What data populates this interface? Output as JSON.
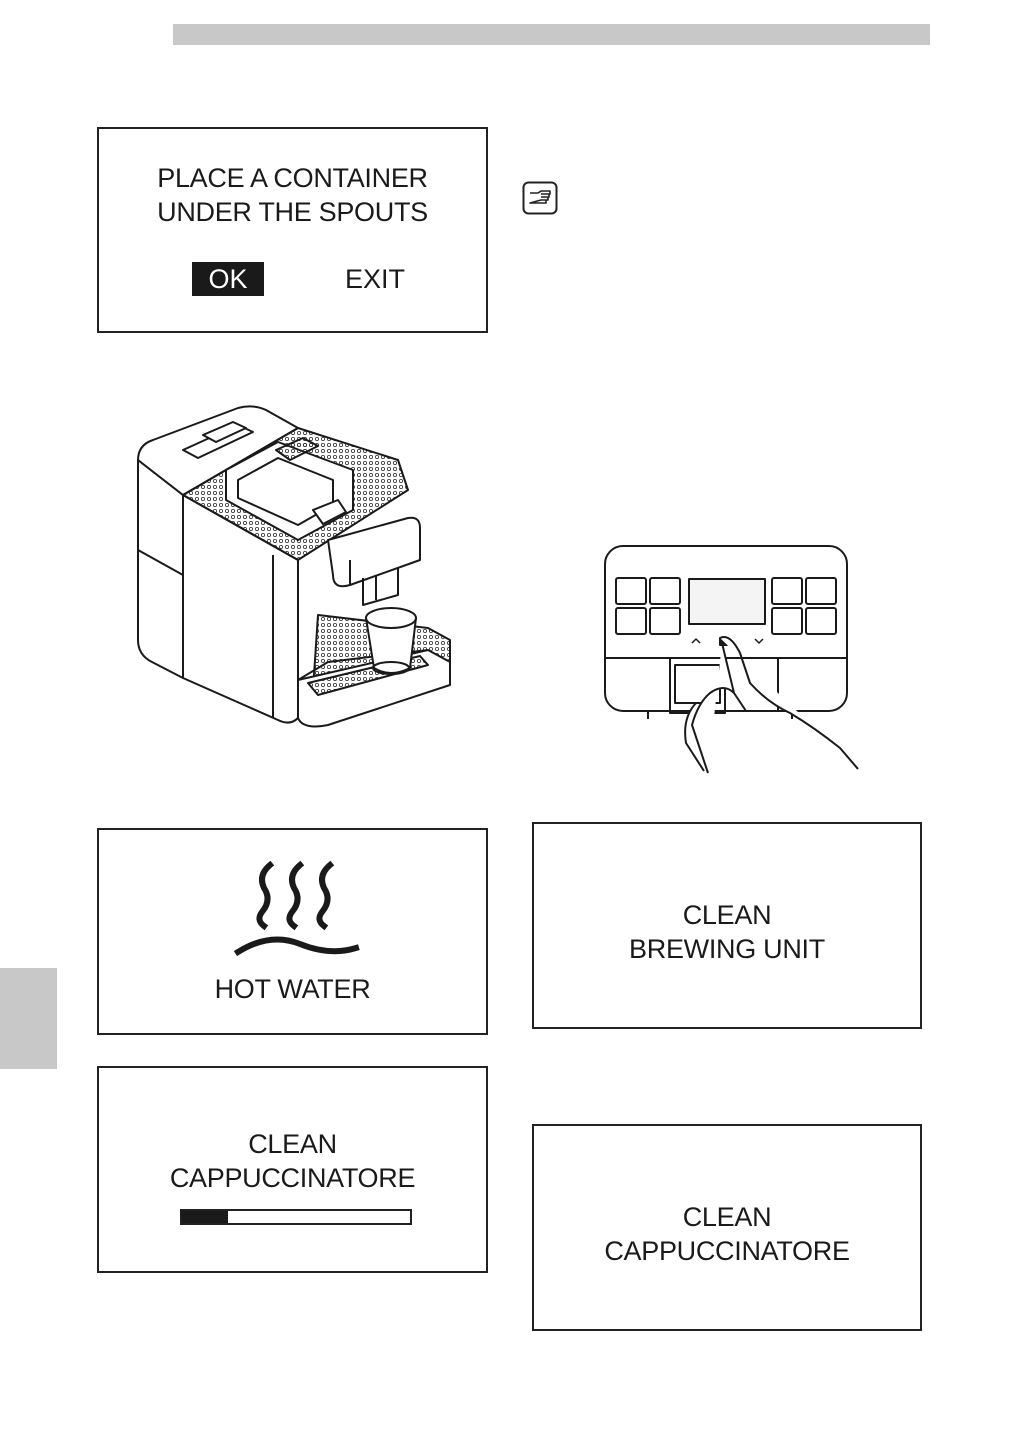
{
  "screens": {
    "place_container": {
      "line1": "PLACE A CONTAINER",
      "line2": "UNDER THE SPOUTS",
      "ok_label": "OK",
      "exit_label": "EXIT"
    },
    "hot_water": {
      "label": "HOT WATER"
    },
    "clean_cappuccinatore_progress": {
      "line1": "CLEAN",
      "line2": "CAPPUCCINATORE",
      "progress_fraction": 0.2
    },
    "clean_brewing_unit": {
      "line1": "CLEAN",
      "line2": "BREWING UNIT"
    },
    "clean_cappuccinatore": {
      "line1": "CLEAN",
      "line2": "CAPPUCCINATORE"
    }
  },
  "icons": {
    "note": "hand-pointer-note-icon",
    "steam": "steam-icon"
  },
  "colors": {
    "tab_gray": "#c8c8c8",
    "ink": "#1a1a1a"
  }
}
